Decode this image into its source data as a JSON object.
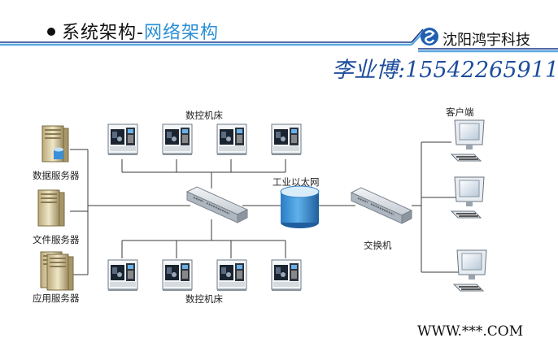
{
  "header": {
    "title_main": "系统架构",
    "title_sep": "-",
    "title_accent": "网络架构",
    "company": "沈阳鸿宇科技",
    "contact": "李业博:15542265911"
  },
  "diagram": {
    "cnc_top_label": "数控机床",
    "cnc_bottom_label": "数控机床",
    "network_label": "工业以太网",
    "switch_label": "交换机",
    "client_label": "客户端",
    "servers": [
      "数据服务器",
      "文件服务器",
      "应用服务器"
    ]
  },
  "footer": {
    "website": "WWW.***.COM"
  },
  "colors": {
    "accent": "#2b8fd6",
    "contact": "#1d4d9c",
    "line_dark": "#1f3a8a",
    "line_light": "#5aa8e0"
  }
}
